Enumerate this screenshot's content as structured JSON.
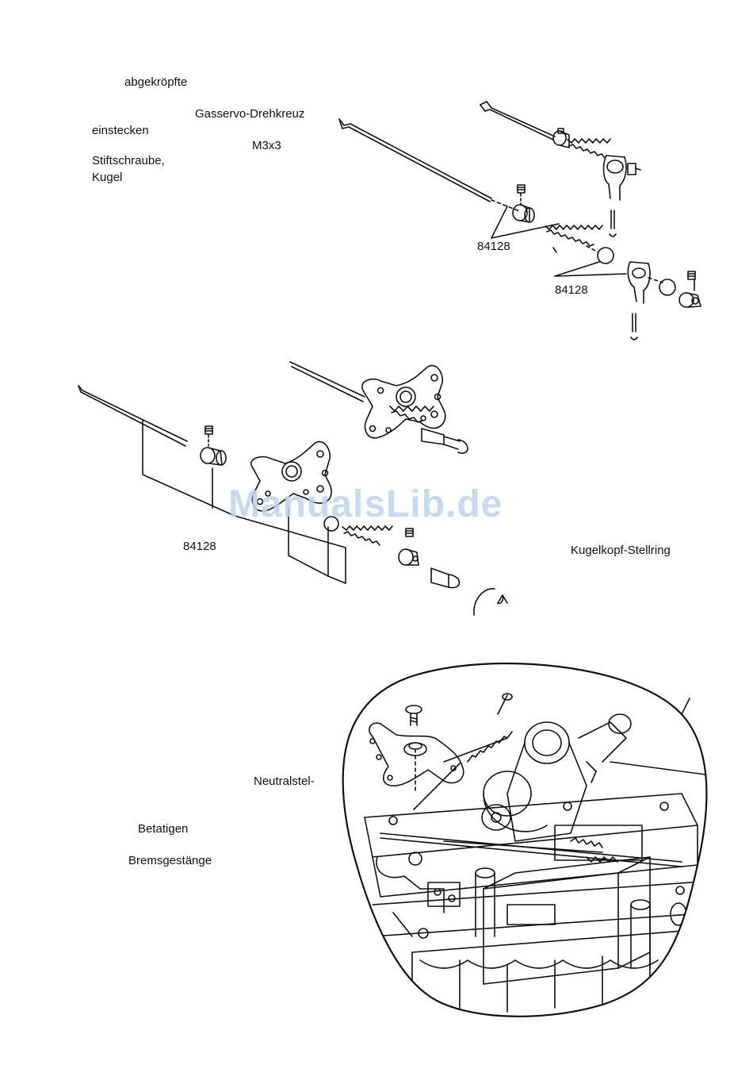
{
  "labels": {
    "abgekroepfte": "abgekröpfte",
    "einstecken": "einstecken",
    "stiftschraube": "Stiftschraube,",
    "kugel": "Kugel",
    "gasservo": "Gasservo-Drehkreuz",
    "m3x3": "M3x3",
    "part_top_1": "84128",
    "part_top_2": "84128",
    "part_mid": "84128",
    "kugelkopf": "Kugelkopf-Stellring",
    "neutralstel": "Neutralstel-",
    "betatigen": "Betatigen",
    "bremsgestaenge": "Bremsgestänge"
  },
  "watermark": "ManualsLib.de"
}
